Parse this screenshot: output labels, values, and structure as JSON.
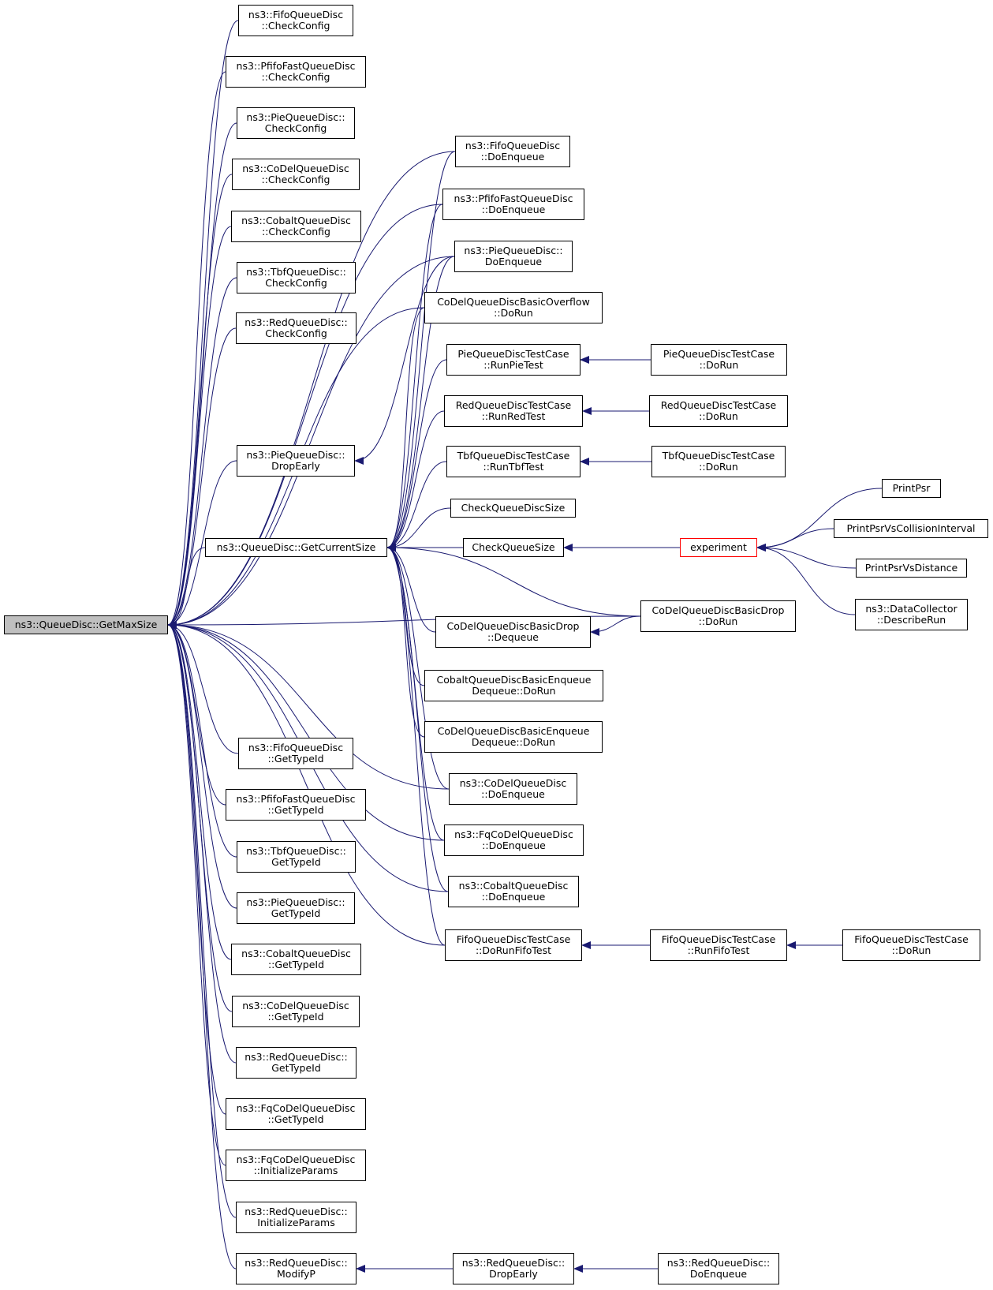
{
  "graph": {
    "edge_color": "#191970",
    "root_fill": "#bfbfbf",
    "highlight_border": "#ff0000",
    "nodes": [
      {
        "id": "root",
        "label": "ns3::QueueDisc::GetMaxSize",
        "style": "root"
      },
      {
        "id": "gcs",
        "label": "ns3::QueueDisc::GetCurrentSize"
      },
      {
        "id": "fifo_cc",
        "label": "ns3::FifoQueueDisc\n::CheckConfig"
      },
      {
        "id": "pfifo_cc",
        "label": "ns3::PfifoFastQueueDisc\n::CheckConfig"
      },
      {
        "id": "pie_cc",
        "label": "ns3::PieQueueDisc::\nCheckConfig"
      },
      {
        "id": "codel_cc",
        "label": "ns3::CoDelQueueDisc\n::CheckConfig"
      },
      {
        "id": "cobalt_cc",
        "label": "ns3::CobaltQueueDisc\n::CheckConfig"
      },
      {
        "id": "tbf_cc",
        "label": "ns3::TbfQueueDisc::\nCheckConfig"
      },
      {
        "id": "red_cc",
        "label": "ns3::RedQueueDisc::\nCheckConfig"
      },
      {
        "id": "pie_drop",
        "label": "ns3::PieQueueDisc::\nDropEarly"
      },
      {
        "id": "fifo_gt",
        "label": "ns3::FifoQueueDisc\n::GetTypeId"
      },
      {
        "id": "pfifo_gt",
        "label": "ns3::PfifoFastQueueDisc\n::GetTypeId"
      },
      {
        "id": "tbf_gt",
        "label": "ns3::TbfQueueDisc::\nGetTypeId"
      },
      {
        "id": "pie_gt",
        "label": "ns3::PieQueueDisc::\nGetTypeId"
      },
      {
        "id": "cobalt_gt",
        "label": "ns3::CobaltQueueDisc\n::GetTypeId"
      },
      {
        "id": "codel_gt",
        "label": "ns3::CoDelQueueDisc\n::GetTypeId"
      },
      {
        "id": "red_gt",
        "label": "ns3::RedQueueDisc::\nGetTypeId"
      },
      {
        "id": "fq_gt",
        "label": "ns3::FqCoDelQueueDisc\n::GetTypeId"
      },
      {
        "id": "fq_ip",
        "label": "ns3::FqCoDelQueueDisc\n::InitializeParams"
      },
      {
        "id": "red_ip",
        "label": "ns3::RedQueueDisc::\nInitializeParams"
      },
      {
        "id": "red_mp",
        "label": "ns3::RedQueueDisc::\nModifyP"
      },
      {
        "id": "fifo_de",
        "label": "ns3::FifoQueueDisc\n::DoEnqueue"
      },
      {
        "id": "pfifo_de",
        "label": "ns3::PfifoFastQueueDisc\n::DoEnqueue"
      },
      {
        "id": "pie_de",
        "label": "ns3::PieQueueDisc::\nDoEnqueue"
      },
      {
        "id": "codel_ovf",
        "label": "CoDelQueueDiscBasicOverflow\n::DoRun"
      },
      {
        "id": "pie_rt",
        "label": "PieQueueDiscTestCase\n::RunPieTest"
      },
      {
        "id": "red_rt",
        "label": "RedQueueDiscTestCase\n::RunRedTest"
      },
      {
        "id": "tbf_rt",
        "label": "TbfQueueDiscTestCase\n::RunTbfTest"
      },
      {
        "id": "cqds",
        "label": "CheckQueueDiscSize"
      },
      {
        "id": "cqs",
        "label": "CheckQueueSize"
      },
      {
        "id": "codel_bd_dq",
        "label": "CoDelQueueDiscBasicDrop\n::Dequeue"
      },
      {
        "id": "cobalt_eq",
        "label": "CobaltQueueDiscBasicEnqueue\nDequeue::DoRun"
      },
      {
        "id": "codel_eq",
        "label": "CoDelQueueDiscBasicEnqueue\nDequeue::DoRun"
      },
      {
        "id": "codel_de",
        "label": "ns3::CoDelQueueDisc\n::DoEnqueue"
      },
      {
        "id": "fq_de",
        "label": "ns3::FqCoDelQueueDisc\n::DoEnqueue"
      },
      {
        "id": "cobalt_de",
        "label": "ns3::CobaltQueueDisc\n::DoEnqueue"
      },
      {
        "id": "fifo_drft",
        "label": "FifoQueueDiscTestCase\n::DoRunFifoTest"
      },
      {
        "id": "red_drop",
        "label": "ns3::RedQueueDisc::\nDropEarly"
      },
      {
        "id": "pie_tc",
        "label": "PieQueueDiscTestCase\n::DoRun"
      },
      {
        "id": "red_tc",
        "label": "RedQueueDiscTestCase\n::DoRun"
      },
      {
        "id": "tbf_tc",
        "label": "TbfQueueDiscTestCase\n::DoRun"
      },
      {
        "id": "experiment",
        "label": "experiment",
        "style": "highlight"
      },
      {
        "id": "codel_bd_run",
        "label": "CoDelQueueDiscBasicDrop\n::DoRun"
      },
      {
        "id": "fifo_rft",
        "label": "FifoQueueDiscTestCase\n::RunFifoTest"
      },
      {
        "id": "red_de",
        "label": "ns3::RedQueueDisc::\nDoEnqueue"
      },
      {
        "id": "printpsr",
        "label": "PrintPsr"
      },
      {
        "id": "printpsr_ci",
        "label": "PrintPsrVsCollisionInterval"
      },
      {
        "id": "printpsr_d",
        "label": "PrintPsrVsDistance"
      },
      {
        "id": "dc_dr",
        "label": "ns3::DataCollector\n::DescribeRun"
      },
      {
        "id": "fifo_tc",
        "label": "FifoQueueDiscTestCase\n::DoRun"
      }
    ],
    "edges": [
      [
        "fifo_cc",
        "root"
      ],
      [
        "pfifo_cc",
        "root"
      ],
      [
        "pie_cc",
        "root"
      ],
      [
        "codel_cc",
        "root"
      ],
      [
        "cobalt_cc",
        "root"
      ],
      [
        "tbf_cc",
        "root"
      ],
      [
        "red_cc",
        "root"
      ],
      [
        "pie_drop",
        "root"
      ],
      [
        "gcs",
        "root"
      ],
      [
        "fifo_gt",
        "root"
      ],
      [
        "pfifo_gt",
        "root"
      ],
      [
        "tbf_gt",
        "root"
      ],
      [
        "pie_gt",
        "root"
      ],
      [
        "cobalt_gt",
        "root"
      ],
      [
        "codel_gt",
        "root"
      ],
      [
        "red_gt",
        "root"
      ],
      [
        "fq_gt",
        "root"
      ],
      [
        "fq_ip",
        "root"
      ],
      [
        "red_ip",
        "root"
      ],
      [
        "red_mp",
        "root"
      ],
      [
        "fifo_de",
        "root"
      ],
      [
        "pfifo_de",
        "root"
      ],
      [
        "pie_de",
        "root"
      ],
      [
        "codel_ovf",
        "root"
      ],
      [
        "codel_de",
        "root"
      ],
      [
        "fq_de",
        "root"
      ],
      [
        "cobalt_de",
        "root"
      ],
      [
        "fifo_drft",
        "root"
      ],
      [
        "codel_bd_run",
        "root"
      ],
      [
        "pie_de",
        "pie_drop"
      ],
      [
        "fifo_de",
        "gcs"
      ],
      [
        "pfifo_de",
        "gcs"
      ],
      [
        "pie_de",
        "gcs"
      ],
      [
        "codel_ovf",
        "gcs"
      ],
      [
        "pie_rt",
        "gcs"
      ],
      [
        "red_rt",
        "gcs"
      ],
      [
        "tbf_rt",
        "gcs"
      ],
      [
        "cqds",
        "gcs"
      ],
      [
        "cqs",
        "gcs"
      ],
      [
        "codel_bd_dq",
        "gcs"
      ],
      [
        "codel_bd_run",
        "gcs"
      ],
      [
        "cobalt_eq",
        "gcs"
      ],
      [
        "codel_eq",
        "gcs"
      ],
      [
        "codel_de",
        "gcs"
      ],
      [
        "fq_de",
        "gcs"
      ],
      [
        "cobalt_de",
        "gcs"
      ],
      [
        "fifo_drft",
        "gcs"
      ],
      [
        "pie_tc",
        "pie_rt"
      ],
      [
        "red_tc",
        "red_rt"
      ],
      [
        "tbf_tc",
        "tbf_rt"
      ],
      [
        "experiment",
        "cqs"
      ],
      [
        "codel_bd_run",
        "codel_bd_dq"
      ],
      [
        "printpsr",
        "experiment"
      ],
      [
        "printpsr_ci",
        "experiment"
      ],
      [
        "printpsr_d",
        "experiment"
      ],
      [
        "dc_dr",
        "experiment"
      ],
      [
        "fifo_rft",
        "fifo_drft"
      ],
      [
        "fifo_tc",
        "fifo_rft"
      ],
      [
        "red_drop",
        "red_mp"
      ],
      [
        "red_de",
        "red_drop"
      ]
    ]
  }
}
